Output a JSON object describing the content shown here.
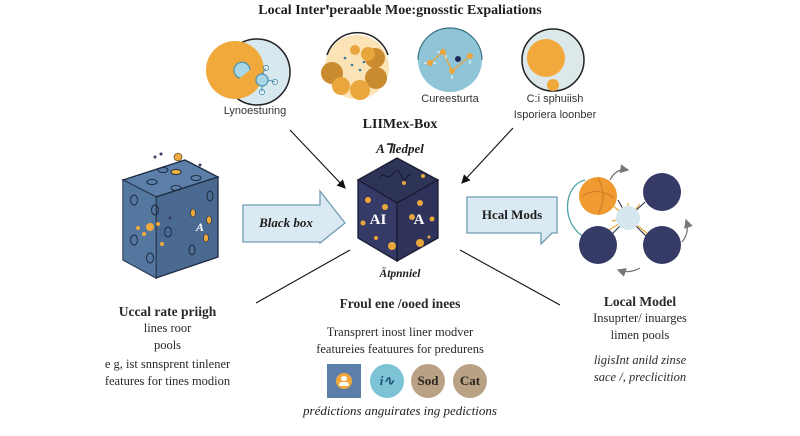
{
  "title": "Local Interꞌperaable Moe:gnosstic Expaliations",
  "top_icons": [
    {
      "name": "venn-network",
      "label": "Lynoesturing"
    },
    {
      "name": "clustered-dots",
      "label": ""
    },
    {
      "name": "scatter-points",
      "label": "Cureesturta"
    },
    {
      "name": "sphere-bubble",
      "label": "C:i sphuiish",
      "label2": "Isporiera loonber"
    }
  ],
  "center": {
    "heading": "LIIMex-Box",
    "subheading": "AꞀledpel",
    "cube_faces": [
      "AI",
      "A"
    ],
    "caption": "Ätpnniel"
  },
  "left_cube": {
    "face_label": "A"
  },
  "arrows": {
    "left": "Black box",
    "right": "Hcal Mods"
  },
  "left_text": {
    "heading": "Uccal rate priigh",
    "lines": [
      "lines roor",
      "pools",
      "e g, ist snnsprent tinlener",
      "features for tines  modion"
    ]
  },
  "middle_text": {
    "heading": "Froul ene /ooed inees",
    "lines": [
      "Transprert inost liner modver",
      "featureies featuures for predurens"
    ]
  },
  "right_text": {
    "heading": "Local Model",
    "lines": [
      "Insuprter/ inuarges",
      "limen pools"
    ],
    "italic_lines": [
      "ligisInt anild zinse",
      "sace /,  preclicition"
    ]
  },
  "badges": [
    {
      "icon": "person-icon",
      "text": "",
      "color": "#5b7fa8"
    },
    {
      "icon": "wave-icon",
      "text": "i∿",
      "color": "#7cc3d6"
    },
    {
      "icon": "",
      "text": "Sod",
      "color": "#b8a184"
    },
    {
      "icon": "",
      "text": "Cat",
      "color": "#b8a184"
    }
  ],
  "footer": "prédictions anguirates ing pedictions",
  "colors": {
    "orange": "#f0a93a",
    "navy": "#363a66",
    "cube_blue": "#4f7199",
    "light_blue": "#d6e6ee",
    "teal": "#8fc5d6"
  }
}
